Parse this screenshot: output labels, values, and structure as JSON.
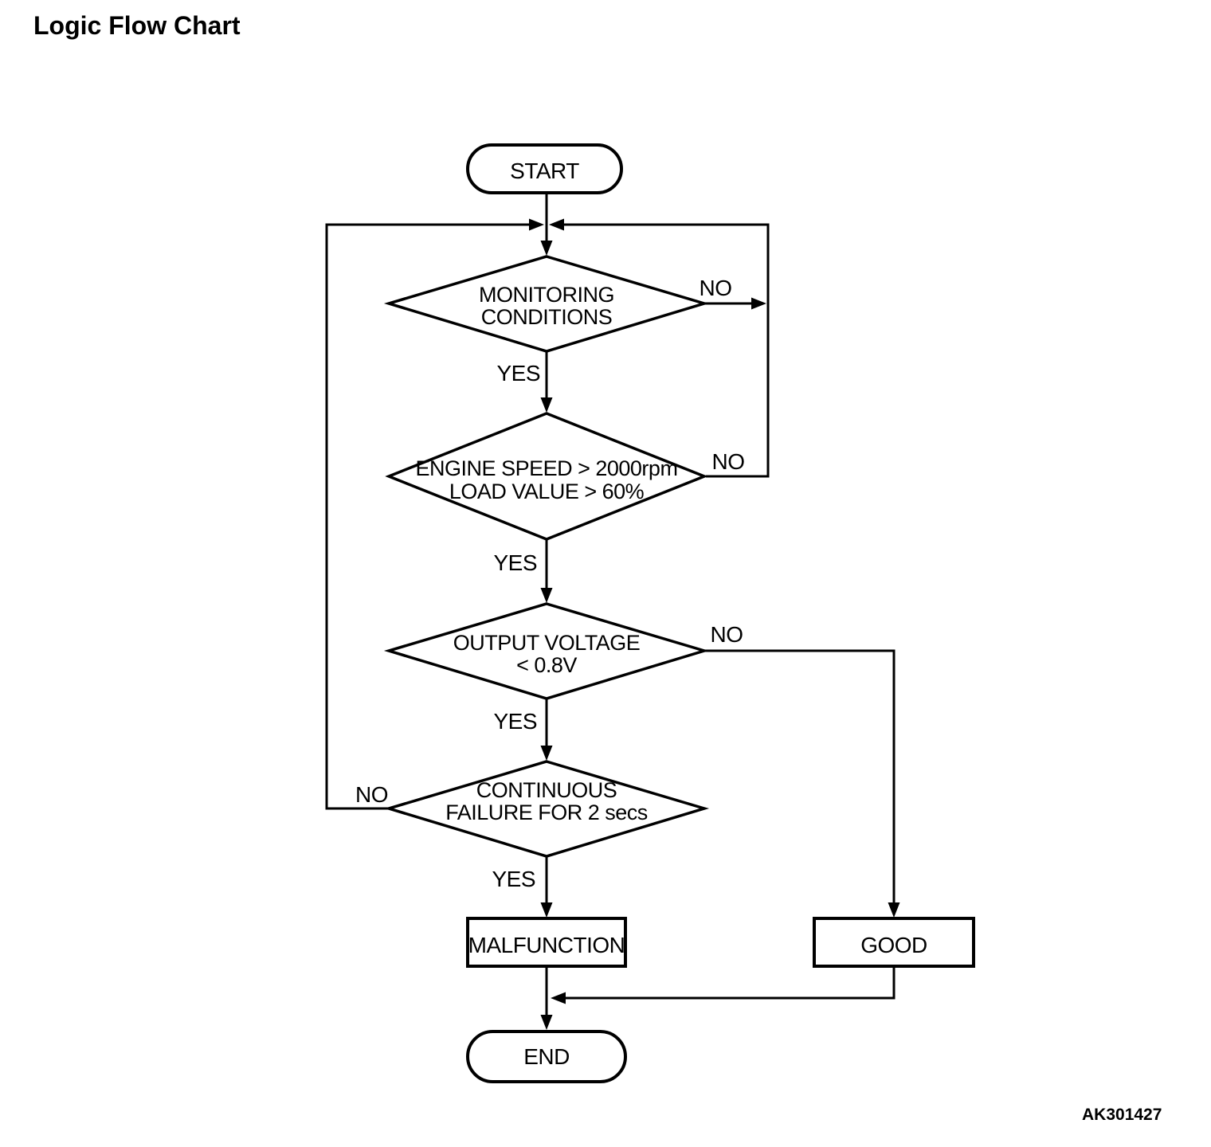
{
  "page": {
    "title": "Logic Flow Chart",
    "figure_code": "AK301427"
  },
  "flow": {
    "start_label": "START",
    "end_label": "END",
    "decision_monitoring": {
      "line1": "MONITORING",
      "line2": "CONDITIONS",
      "yes": "YES",
      "no": "NO"
    },
    "decision_engine_speed": {
      "line1": "ENGINE SPEED > 2000rpm",
      "line2": "LOAD VALUE > 60%",
      "yes": "YES",
      "no": "NO"
    },
    "decision_output_voltage": {
      "line1": "OUTPUT VOLTAGE",
      "line2": "< 0.8V",
      "yes": "YES",
      "no": "NO"
    },
    "decision_continuous_failure": {
      "line1": "CONTINUOUS",
      "line2": "FAILURE FOR 2 secs",
      "yes": "YES",
      "no": "NO"
    },
    "result_malfunction": "MALFUNCTION",
    "result_good": "GOOD"
  }
}
